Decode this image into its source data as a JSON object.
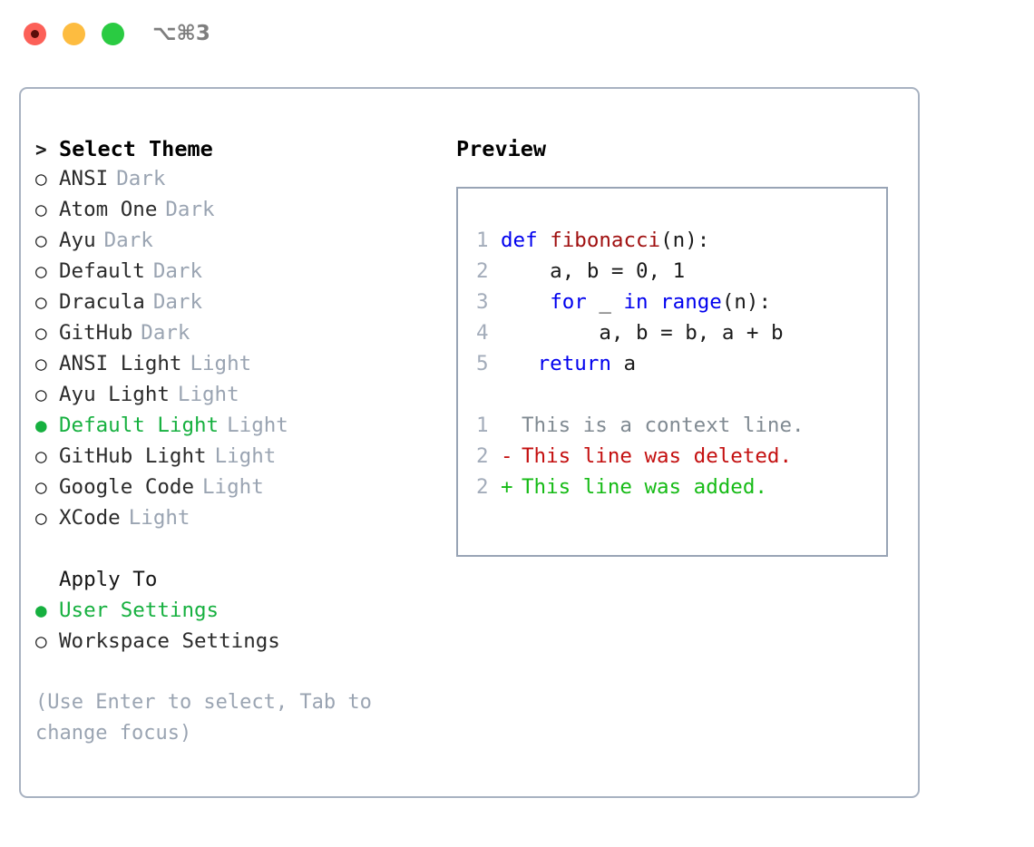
{
  "titlebar": {
    "buttons": [
      {
        "name": "close",
        "color": "#FC6058"
      },
      {
        "name": "minimize",
        "color": "#FDBC40"
      },
      {
        "name": "maximize",
        "color": "#2ACB42"
      }
    ],
    "shortcut": "⌥⌘3"
  },
  "theme_picker": {
    "header_marker": ">",
    "header_label": "Select Theme",
    "unselected_marker": "○",
    "selected_marker": "●",
    "selected_color": "#16B03F",
    "items": [
      {
        "marker": "○",
        "label": "ANSI",
        "tag": "Dark",
        "selected": false
      },
      {
        "marker": "○",
        "label": "Atom One",
        "tag": "Dark",
        "selected": false
      },
      {
        "marker": "○",
        "label": "Ayu",
        "tag": "Dark",
        "selected": false
      },
      {
        "marker": "○",
        "label": "Default",
        "tag": "Dark",
        "selected": false
      },
      {
        "marker": "○",
        "label": "Dracula",
        "tag": "Dark",
        "selected": false
      },
      {
        "marker": "○",
        "label": "GitHub",
        "tag": "Dark",
        "selected": false
      },
      {
        "marker": "○",
        "label": "ANSI Light",
        "tag": "Light",
        "selected": false
      },
      {
        "marker": "○",
        "label": "Ayu Light",
        "tag": "Light",
        "selected": false
      },
      {
        "marker": "●",
        "label": "Default Light",
        "tag": "Light",
        "selected": true
      },
      {
        "marker": "○",
        "label": "GitHub Light",
        "tag": "Light",
        "selected": false
      },
      {
        "marker": "○",
        "label": "Google Code",
        "tag": "Light",
        "selected": false
      },
      {
        "marker": "○",
        "label": "XCode",
        "tag": "Light",
        "selected": false
      }
    ]
  },
  "apply_to": {
    "header_label": "Apply To",
    "items": [
      {
        "marker": "●",
        "label": "User Settings",
        "selected": true
      },
      {
        "marker": "○",
        "label": "Workspace Settings",
        "selected": false
      }
    ]
  },
  "hint": "(Use Enter to select, Tab to change focus)",
  "preview": {
    "title": "Preview",
    "code_lines": [
      {
        "no": "1",
        "tokens": [
          {
            "text": "def ",
            "kind": "kw"
          },
          {
            "text": "fibonacci",
            "kind": "fn"
          },
          {
            "text": "(n):",
            "kind": "plain"
          }
        ]
      },
      {
        "no": "2",
        "tokens": [
          {
            "text": "    a, b = 0, 1",
            "kind": "plain"
          }
        ]
      },
      {
        "no": "3",
        "tokens": [
          {
            "text": "    ",
            "kind": "plain"
          },
          {
            "text": "for",
            "kind": "kw"
          },
          {
            "text": " _ ",
            "kind": "plain"
          },
          {
            "text": "in",
            "kind": "kw"
          },
          {
            "text": " ",
            "kind": "plain"
          },
          {
            "text": "range",
            "kind": "kw"
          },
          {
            "text": "(n):",
            "kind": "plain"
          }
        ]
      },
      {
        "no": "4",
        "tokens": [
          {
            "text": "        a, b = b, a + b",
            "kind": "plain"
          }
        ]
      },
      {
        "no": "5",
        "tokens": [
          {
            "text": "   ",
            "kind": "plain"
          },
          {
            "text": "return",
            "kind": "kw"
          },
          {
            "text": " a",
            "kind": "plain"
          }
        ]
      }
    ],
    "diff_lines": [
      {
        "no": "1",
        "marker": " ",
        "text": "This is a context line.",
        "kind": "ctx"
      },
      {
        "no": "2",
        "marker": "-",
        "text": "This line was deleted.",
        "kind": "del"
      },
      {
        "no": "2",
        "marker": "+",
        "text": "This line was added.",
        "kind": "add"
      }
    ]
  }
}
